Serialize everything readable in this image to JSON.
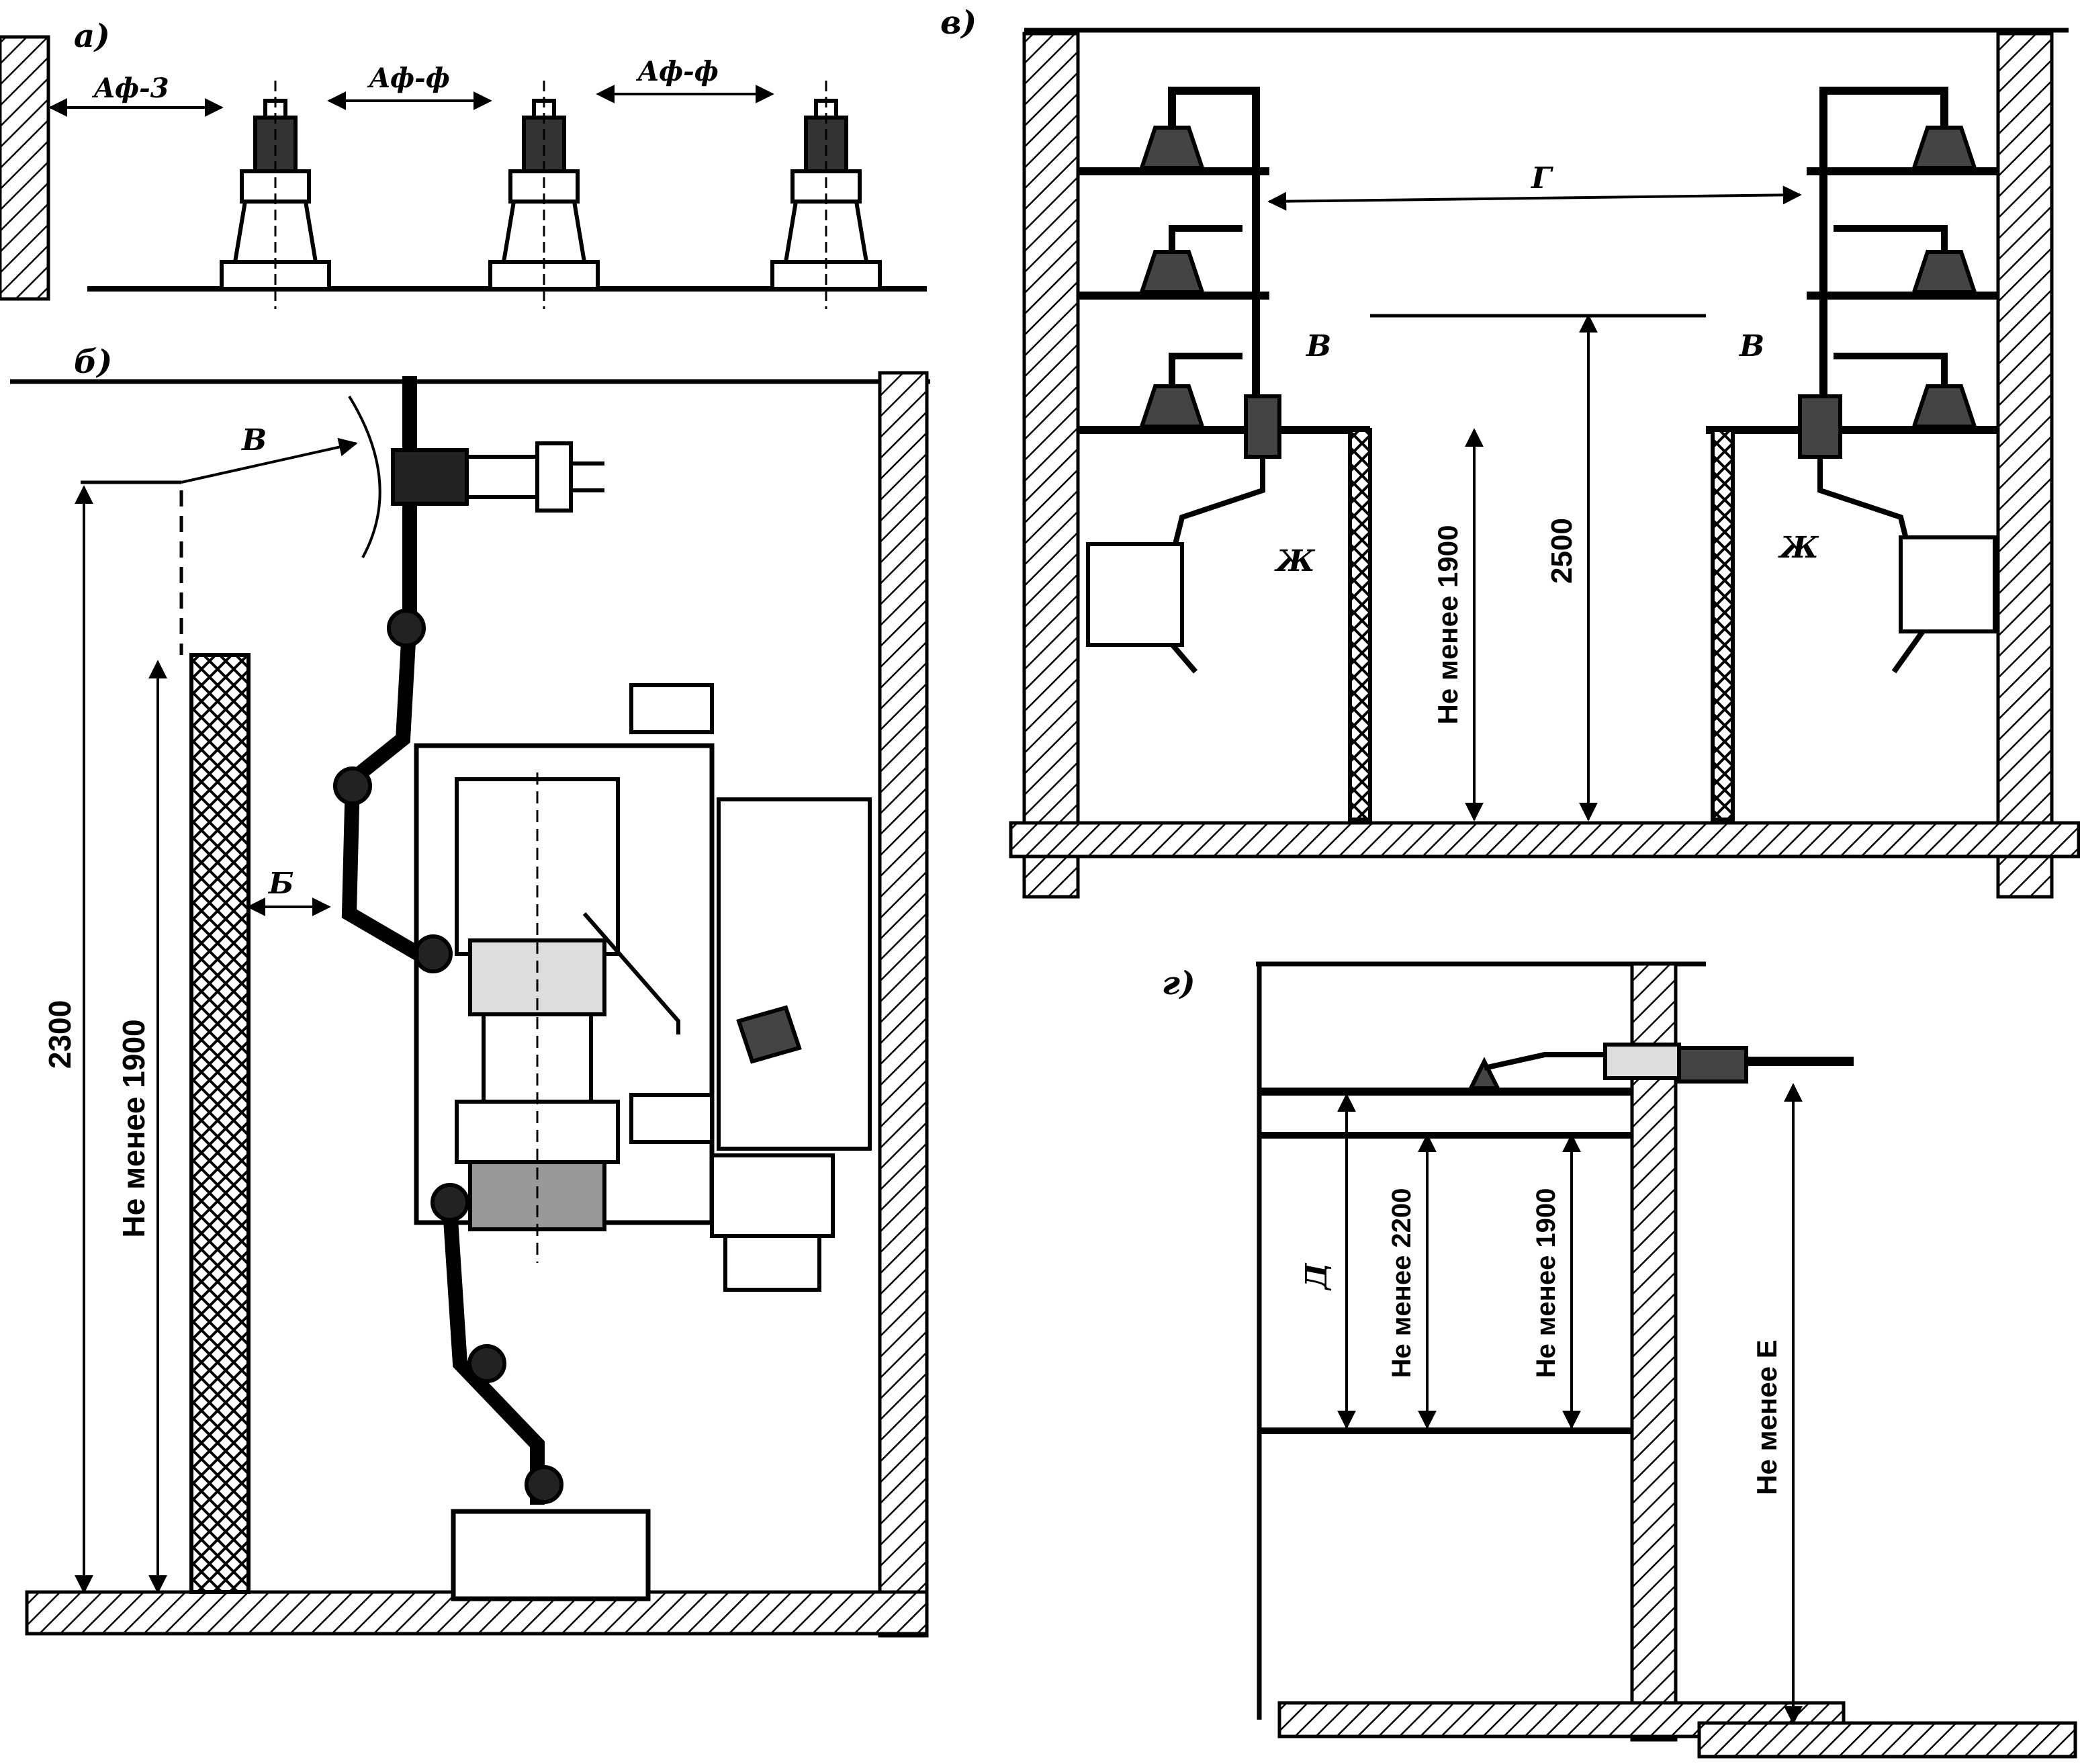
{
  "panels": {
    "a": {
      "label": "а)",
      "dims": [
        "Aф-3",
        "Aф-ф",
        "Aф-ф"
      ]
    },
    "b": {
      "label": "б)",
      "dim_b": "Б",
      "dim_v": "В",
      "dim_total": "2300",
      "dim_min": "Не менее 1900"
    },
    "v": {
      "label": "в)",
      "dim_g": "Г",
      "dim_v": "В",
      "dim_2500": "2500",
      "dim_min": "Не менее 1900",
      "dim_zh": "Ж"
    },
    "g": {
      "label": "г)",
      "dim_d": "Д",
      "dim_2200": "Не менее 2200",
      "dim_1900": "Не менее 1900",
      "dim_e": "Не менее Е"
    }
  }
}
